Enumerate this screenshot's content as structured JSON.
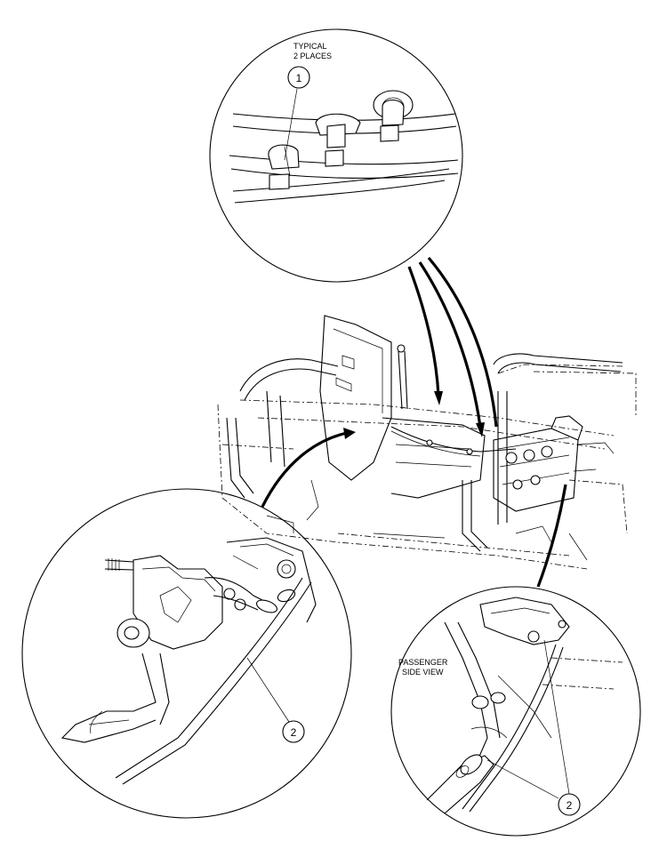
{
  "detail_top": {
    "note_line1": "TYPICAL",
    "note_line2": "2 PLACES",
    "balloon": "1"
  },
  "detail_left": {
    "balloon": "2"
  },
  "detail_right": {
    "note_line1": "PASSENGER",
    "note_line2": "SIDE VIEW",
    "balloon": "2"
  }
}
